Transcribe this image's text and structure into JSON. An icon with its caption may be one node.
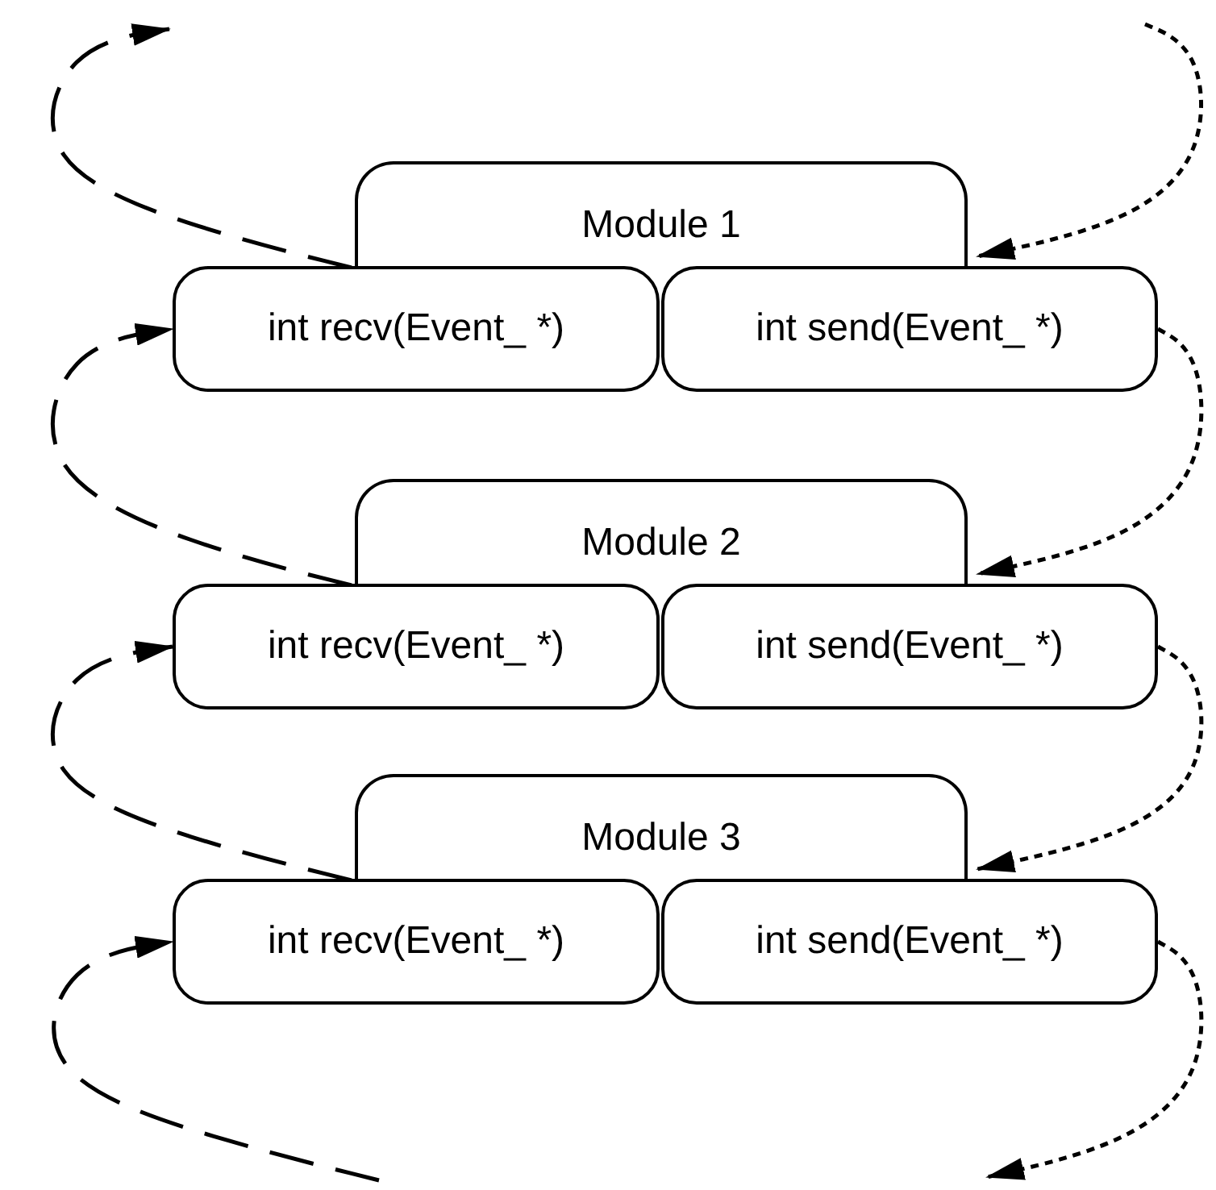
{
  "diagram": {
    "nodes": [
      {
        "text": [
          "Module 1"
        ]
      },
      {
        "text": [
          "int recv(Event_ *)"
        ]
      },
      {
        "text": [
          "int send(Event_ *)"
        ]
      },
      {
        "text": [
          "Module 2"
        ]
      },
      {
        "text": [
          "int recv(Event_ *)"
        ]
      },
      {
        "text": [
          "int send(Event_ *)"
        ]
      },
      {
        "text": [
          "Module 3"
        ]
      },
      {
        "text": [
          "int recv(Event_ *)"
        ]
      },
      {
        "text": [
          "int send(Event_ *)"
        ]
      }
    ],
    "edges": [
      {
        "from": 0,
        "to": null,
        "arrow": "to",
        "style": "dashed"
      },
      {
        "from": null,
        "to": 0,
        "arrow": "to"
      },
      {
        "from": 3,
        "to": 1,
        "arrow": "to",
        "style": "dashed"
      },
      {
        "from": 2,
        "to": 3,
        "arrow": "to"
      },
      {
        "from": 6,
        "to": 4,
        "arrow": "to",
        "style": "dashed"
      },
      {
        "from": 5,
        "to": 6,
        "arrow": "to"
      },
      {
        "from": null,
        "to": 7,
        "arrow": "to",
        "style": "dashed"
      },
      {
        "from": 8,
        "to": null,
        "arrow": "to"
      }
    ]
  }
}
